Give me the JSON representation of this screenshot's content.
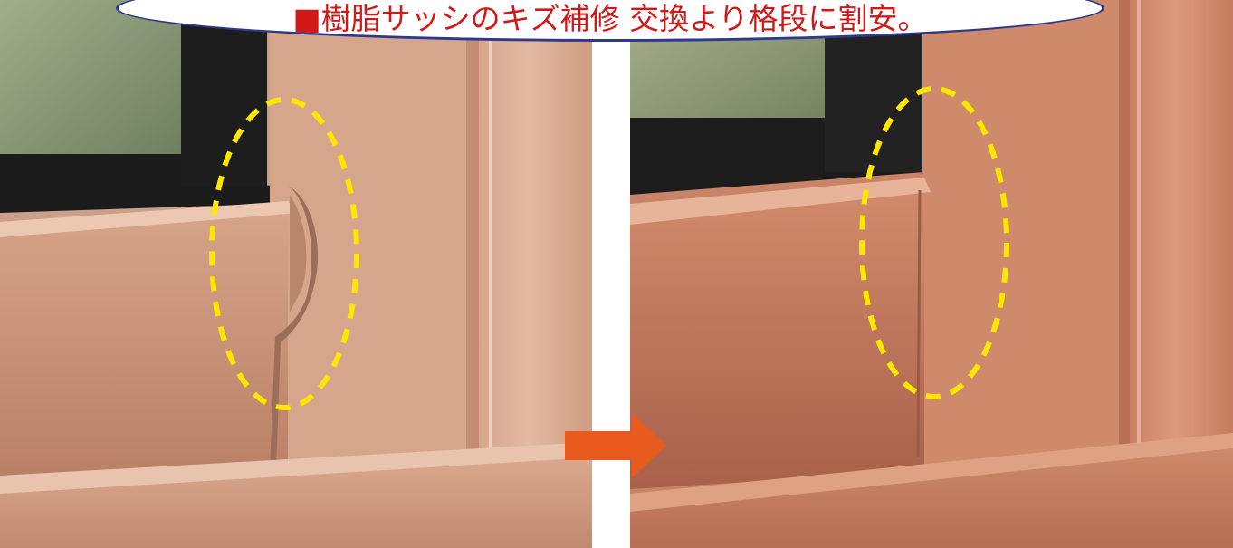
{
  "banner": {
    "title": "■樹脂サッシのキズ補修 交換より格段に割安。",
    "title_color": "#d41818",
    "border_color": "#2d3a8c"
  },
  "photos": {
    "before": {
      "description_icon": "damaged-sash-photo"
    },
    "after": {
      "description_icon": "repaired-sash-photo"
    }
  },
  "highlight": {
    "color": "#ffe600",
    "style": "dashed-ellipse"
  },
  "arrow": {
    "color": "#e85a1e",
    "direction": "right"
  }
}
